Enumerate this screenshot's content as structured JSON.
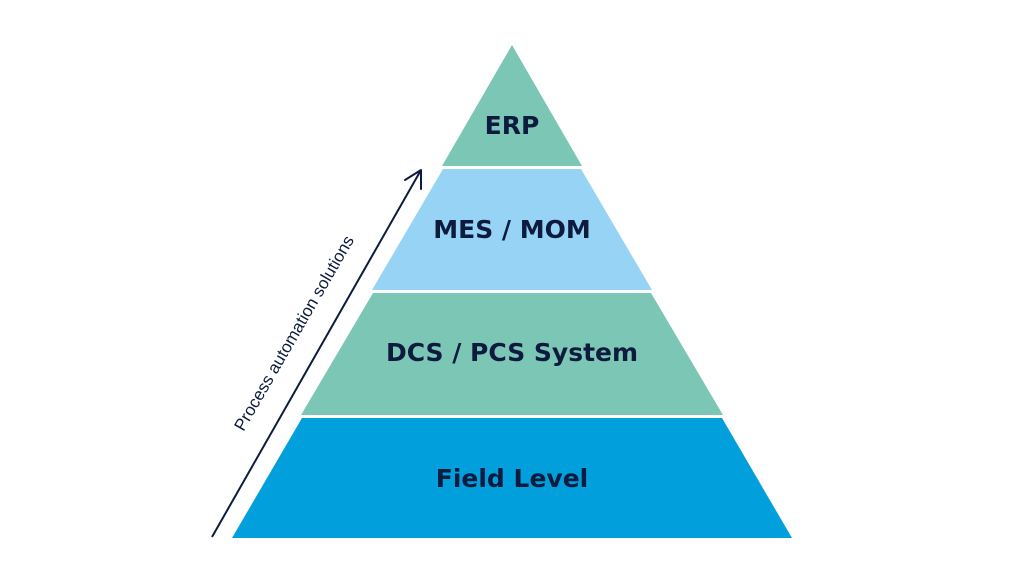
{
  "pyramid": {
    "tiers": [
      {
        "label": "ERP",
        "color": "#7cc6b5"
      },
      {
        "label": "MES / MOM",
        "color": "#97d3f5"
      },
      {
        "label": "DCS / PCS System",
        "color": "#7cc6b5"
      },
      {
        "label": "Field Level",
        "color": "#01a0dc"
      }
    ]
  },
  "arrow": {
    "label": "Process automation solutions",
    "color": "#0d1b3e"
  },
  "colors": {
    "text": "#0d1b3e",
    "background": "#ffffff"
  }
}
